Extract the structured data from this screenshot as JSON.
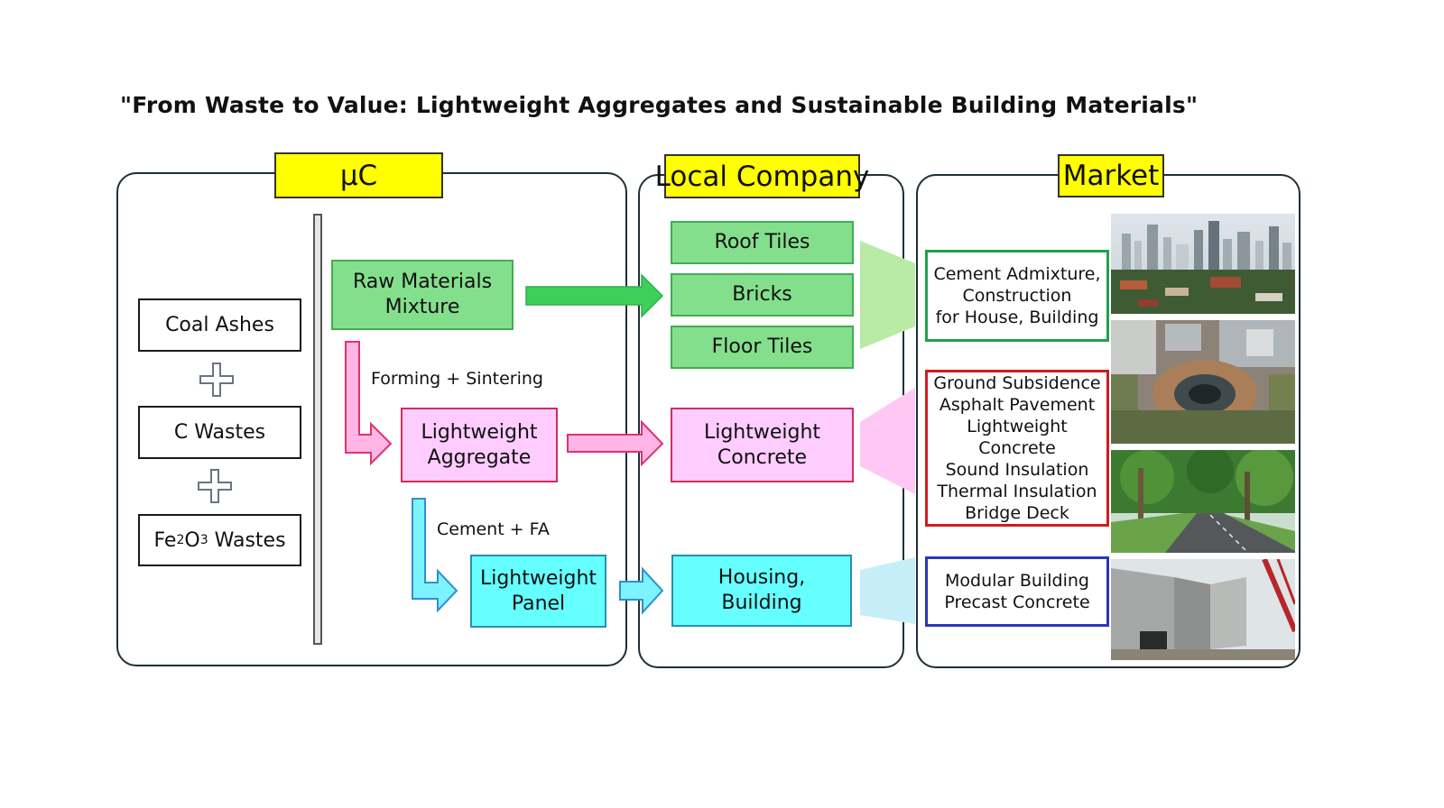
{
  "title": "\"From Waste to Value: Lightweight Aggregates and Sustainable Building Materials\"",
  "sections": {
    "uc": "µC",
    "local": "Local Company",
    "market": "Market"
  },
  "inputs": {
    "coal": "Coal Ashes",
    "c_wastes": "C Wastes",
    "fe_prefix": "Fe",
    "fe_sub1": "2",
    "fe_mid": "O",
    "fe_sub2": "3",
    "fe_suffix": " Wastes"
  },
  "process": {
    "raw": "Raw Materials\nMixture",
    "forming": "Forming + Sintering",
    "aggregate": "Lightweight\nAggregate",
    "cement_fa": "Cement + FA",
    "panel": "Lightweight\nPanel"
  },
  "local": {
    "roof": "Roof Tiles",
    "bricks": "Bricks",
    "floor": "Floor Tiles",
    "concrete": "Lightweight\nConcrete",
    "housing": "Housing,\nBuilding"
  },
  "market": {
    "green": "Cement Admixture,\nConstruction\nfor House, Building",
    "red": "Ground Subsidence\nAsphalt Pavement\nLightweight Concrete\nSound Insulation\nThermal Insulation\nBridge Deck",
    "blue": "Modular Building\nPrecast Concrete"
  },
  "colors": {
    "tag": "#ffff00",
    "green": "#84df8c",
    "pink": "#ffccff",
    "cyan": "#66ffff",
    "market_green": "#1fa34a",
    "market_red": "#d01c1c",
    "market_blue": "#2a36b8"
  }
}
